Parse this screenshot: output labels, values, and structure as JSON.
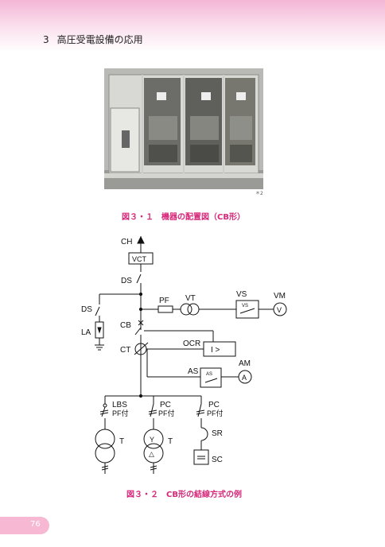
{
  "header": {
    "chapter_number": "3",
    "chapter_title": "高圧受電設備の応用"
  },
  "photo": {
    "credit": "＊2"
  },
  "figure1": {
    "caption": "図３・１　機器の配置図（CB形）"
  },
  "figure2": {
    "caption": "図３・２　CB形の結線方式の例",
    "labels": {
      "ch": "CH",
      "vct": "VCT",
      "ds_main": "DS",
      "pf": "PF",
      "vt": "VT",
      "vs": "VS",
      "vs_box": "VS",
      "vm": "VM",
      "vm_meter": "V",
      "ds_la": "DS",
      "la": "LA",
      "cb": "CB",
      "ocr": "OCR",
      "relay": "I >",
      "ct": "CT",
      "am": "AM",
      "am_meter": "A",
      "as": "AS",
      "as_box": "AS",
      "lbs": "LBS",
      "pf_fuse_1": "PF付",
      "pc_1": "PC",
      "pf_fuse_2": "PF付",
      "pc_2": "PC",
      "pf_fuse_3": "PF付",
      "sr": "SR",
      "sc": "SC",
      "t1": "T",
      "t2": "T",
      "y": "Y",
      "delta": "△"
    }
  },
  "footer": {
    "page_number": "76"
  }
}
